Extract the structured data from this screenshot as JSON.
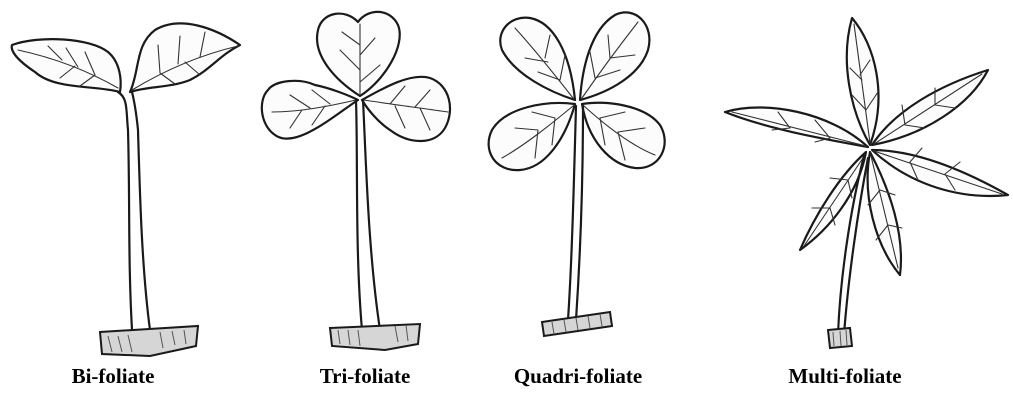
{
  "figure": {
    "panels": [
      {
        "label": "Bi-foliate"
      },
      {
        "label": "Tri-foliate"
      },
      {
        "label": "Quadri-foliate"
      },
      {
        "label": "Multi-foliate"
      }
    ]
  }
}
